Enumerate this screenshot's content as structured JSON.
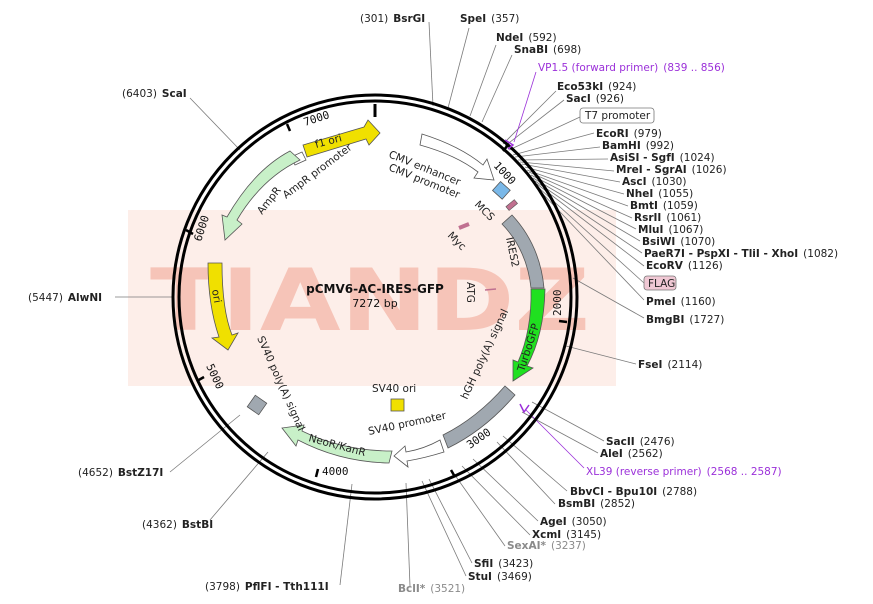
{
  "plasmid": {
    "name": "pCMV6-AC-IRES-GFP",
    "size_label": "7272 bp",
    "length": 7272
  },
  "watermark": "TIANDZ",
  "colors": {
    "backbone": "#000000",
    "ampr": "#c8f0c8",
    "ori": "#f0e000",
    "f1ori": "#f0e000",
    "cmv": "#ffffff",
    "mcs": "#7ab8e8",
    "ires": "#a0a8b0",
    "turbogfp": "#20e020",
    "hgh": "#a0a8b0",
    "sv40polyA": "#a0a8b0",
    "neor": "#c8f0c8",
    "primer": "#9b30d9",
    "watermark": "#f6c4b8"
  },
  "ticks": [
    "1000",
    "2000",
    "3000",
    "4000",
    "5000",
    "6000",
    "7000"
  ],
  "features": [
    {
      "key": "f1ori",
      "label": "f1 ori"
    },
    {
      "key": "ampr_promoter",
      "label": "AmpR promoter"
    },
    {
      "key": "ampr",
      "label": "AmpR"
    },
    {
      "key": "ori",
      "label": "ori"
    },
    {
      "key": "cmv_enhancer",
      "label": "CMV enhancer"
    },
    {
      "key": "cmv_promoter",
      "label": "CMV promoter"
    },
    {
      "key": "mcs",
      "label": "MCS"
    },
    {
      "key": "myc",
      "label": "Myc"
    },
    {
      "key": "ires2",
      "label": "IRES2"
    },
    {
      "key": "atg",
      "label": "ATG"
    },
    {
      "key": "turbogfp",
      "label": "TurboGFP"
    },
    {
      "key": "hgh",
      "label": "hGH poly(A) signal"
    },
    {
      "key": "sv40ori",
      "label": "SV40 ori"
    },
    {
      "key": "sv40promoter",
      "label": "SV40 promoter"
    },
    {
      "key": "neor",
      "label": "NeoR/KanR"
    },
    {
      "key": "sv40polyA",
      "label": "SV40 poly(A) signal"
    }
  ],
  "sites": [
    {
      "key": "bsrgi",
      "name": "BsrGI",
      "pos": "(301)"
    },
    {
      "key": "spei",
      "name": "SpeI",
      "pos": "(357)"
    },
    {
      "key": "ndei",
      "name": "NdeI",
      "pos": "(592)"
    },
    {
      "key": "snabi",
      "name": "SnaBI",
      "pos": "(698)"
    },
    {
      "key": "vp15",
      "name": "VP1.5 (forward primer)",
      "pos": "(839 .. 856)"
    },
    {
      "key": "eco53ki",
      "name": "Eco53kI",
      "pos": "(924)"
    },
    {
      "key": "saci",
      "name": "SacI",
      "pos": "(926)"
    },
    {
      "key": "t7",
      "name": "T7 promoter",
      "pos": ""
    },
    {
      "key": "ecori",
      "name": "EcoRI",
      "pos": "(979)"
    },
    {
      "key": "bamhi",
      "name": "BamHI",
      "pos": "(992)"
    },
    {
      "key": "asisi",
      "name": "AsiSI - SgfI",
      "pos": "(1024)"
    },
    {
      "key": "mrei",
      "name": "MreI - SgrAI",
      "pos": "(1026)"
    },
    {
      "key": "asci",
      "name": "AscI",
      "pos": "(1030)"
    },
    {
      "key": "nhei",
      "name": "NheI",
      "pos": "(1055)"
    },
    {
      "key": "bmti",
      "name": "BmtI",
      "pos": "(1059)"
    },
    {
      "key": "rsrii",
      "name": "RsrII",
      "pos": "(1061)"
    },
    {
      "key": "mlui",
      "name": "MluI",
      "pos": "(1067)"
    },
    {
      "key": "bsiwi",
      "name": "BsiWI",
      "pos": "(1070)"
    },
    {
      "key": "paer7i",
      "name": "PaeR7I - PspXI - TliI - XhoI",
      "pos": "(1082)"
    },
    {
      "key": "ecorv",
      "name": "EcoRV",
      "pos": "(1126)"
    },
    {
      "key": "flag",
      "name": "FLAG",
      "pos": ""
    },
    {
      "key": "pmei",
      "name": "PmeI",
      "pos": "(1160)"
    },
    {
      "key": "bmgbi",
      "name": "BmgBI",
      "pos": "(1727)"
    },
    {
      "key": "fsei",
      "name": "FseI",
      "pos": "(2114)"
    },
    {
      "key": "sacii",
      "name": "SacII",
      "pos": "(2476)"
    },
    {
      "key": "alei",
      "name": "AleI",
      "pos": "(2562)"
    },
    {
      "key": "xl39",
      "name": "XL39 (reverse primer)",
      "pos": "(2568 .. 2587)"
    },
    {
      "key": "bbvci",
      "name": "BbvCI - Bpu10I",
      "pos": "(2788)"
    },
    {
      "key": "bsmbi",
      "name": "BsmBI",
      "pos": "(2852)"
    },
    {
      "key": "agei",
      "name": "AgeI",
      "pos": "(3050)"
    },
    {
      "key": "xcmi",
      "name": "XcmI",
      "pos": "(3145)"
    },
    {
      "key": "sexai",
      "name": "SexAI*",
      "pos": "(3237)"
    },
    {
      "key": "sfii",
      "name": "SfiI",
      "pos": "(3423)"
    },
    {
      "key": "stui",
      "name": "StuI",
      "pos": "(3469)"
    },
    {
      "key": "bcli",
      "name": "BclI*",
      "pos": "(3521)"
    },
    {
      "key": "pflfi",
      "name": "PflFI - Tth111I",
      "pos": "(3798)"
    },
    {
      "key": "bstbi",
      "name": "BstBI",
      "pos": "(4362)"
    },
    {
      "key": "bstz17i",
      "name": "BstZ17I",
      "pos": "(4652)"
    },
    {
      "key": "alwni",
      "name": "AlwNI",
      "pos": "(5447)"
    },
    {
      "key": "scai",
      "name": "ScaI",
      "pos": "(6403)"
    }
  ]
}
